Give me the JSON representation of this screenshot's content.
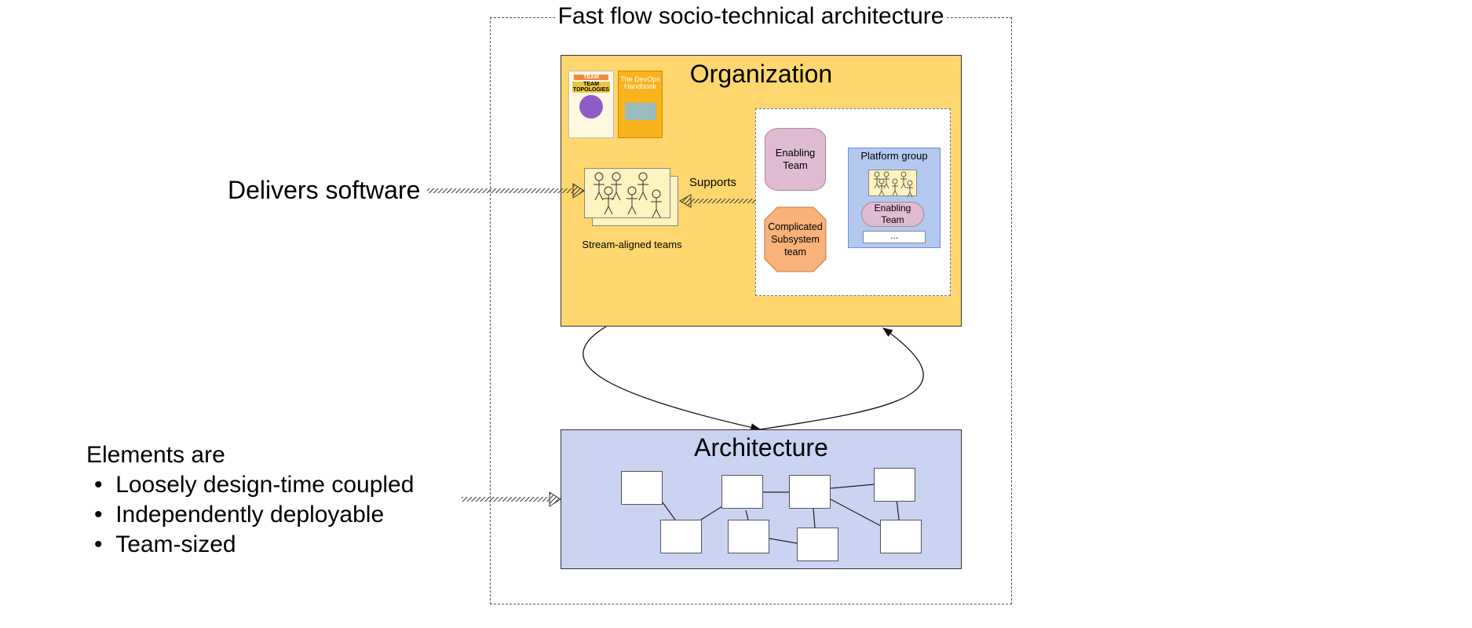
{
  "title": "Fast flow socio-technical architecture",
  "organization": {
    "title": "Organization",
    "books": [
      {
        "title": "TEAM TOPOLOGIES"
      },
      {
        "title": "The DevOps Handbook"
      }
    ],
    "stream_aligned_label": "Stream-aligned teams",
    "supports_label": "Supports",
    "enabling_team": "Enabling Team",
    "complicated_subsystem_team": "Complicated Subsystem team",
    "platform_group": {
      "title": "Platform group",
      "enabling_team": "Enabling Team",
      "more": "..."
    }
  },
  "delivers_label": "Delivers software",
  "architecture": {
    "title": "Architecture"
  },
  "elements": {
    "heading": "Elements are",
    "bullets": [
      "Loosely design-time coupled",
      "Independently deployable",
      "Team-sized"
    ]
  },
  "colors": {
    "organization_fill": "#ffd76e",
    "architecture_fill": "#cbd3f2",
    "enabling_fill": "#dfbcd4",
    "complicated_fill": "#f8b27a",
    "platform_fill": "#b3c9f0"
  }
}
